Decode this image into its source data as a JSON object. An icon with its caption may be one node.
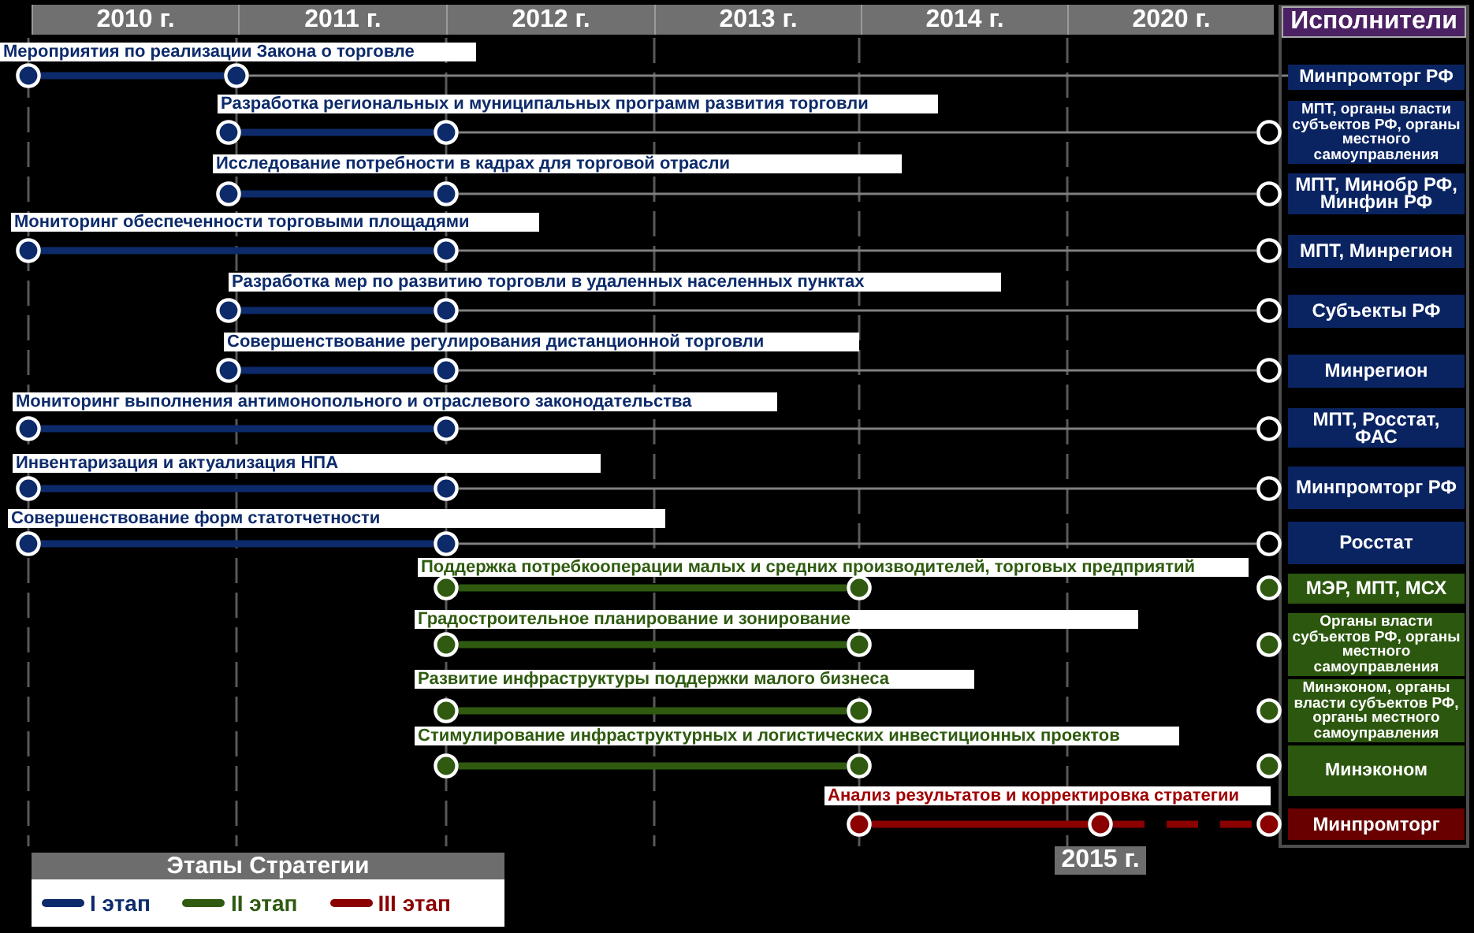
{
  "diagram": {
    "nodes": [
      {
        "text": [
          "Исполнители"
        ]
      },
      {
        "text": [
          "Мероприятия по реализации Закона о торговле"
        ]
      },
      {
        "text": [],
        "shape": "circle"
      },
      {
        "text": [],
        "shape": "circle"
      },
      {
        "text": [
          "Минпромторг РФ"
        ],
        "in": 0
      },
      {
        "text": [
          "Разработка региональных и муниципальных программ развития торговли"
        ]
      },
      {
        "text": [],
        "shape": "circle"
      },
      {
        "text": [],
        "shape": "circle"
      },
      {
        "text": [],
        "shape": "circle"
      },
      {
        "text": [
          "МПТ, органы власти субъектов РФ, органы местного самоуправления"
        ],
        "in": 0
      },
      {
        "text": [
          "Исследование потребности в кадрах для торговой отрасли"
        ]
      },
      {
        "text": [],
        "shape": "circle"
      },
      {
        "text": [],
        "shape": "circle"
      },
      {
        "text": [],
        "shape": "circle"
      },
      {
        "text": [
          "МПТ, Минобр РФ, Минфин РФ"
        ],
        "in": 0
      },
      {
        "text": [
          "Мониторинг обеспеченности торговыми площадями"
        ]
      },
      {
        "text": [],
        "shape": "circle"
      },
      {
        "text": [],
        "shape": "circle"
      },
      {
        "text": [],
        "shape": "circle"
      },
      {
        "text": [
          "МПТ, Минрегион"
        ],
        "in": 0
      },
      {
        "text": [
          "Разработка мер по развитию торговли в удаленных населенных пунктах"
        ]
      },
      {
        "text": [],
        "shape": "circle"
      },
      {
        "text": [],
        "shape": "circle"
      },
      {
        "text": [],
        "shape": "circle"
      },
      {
        "text": [
          "Субъекты РФ"
        ],
        "in": 0
      },
      {
        "text": [
          "Совершенствование регулирования дистанционной торговли"
        ]
      },
      {
        "text": [],
        "shape": "circle"
      },
      {
        "text": [],
        "shape": "circle"
      },
      {
        "text": [],
        "shape": "circle"
      },
      {
        "text": [
          "Минрегион"
        ],
        "in": 0
      },
      {
        "text": [
          "Мониторинг выполнения антимонопольного и отраслевого законодательства"
        ]
      },
      {
        "text": [],
        "shape": "circle"
      },
      {
        "text": [],
        "shape": "circle"
      },
      {
        "text": [],
        "shape": "circle"
      },
      {
        "text": [
          "МПТ, Росстат, ФАС"
        ],
        "in": 0
      },
      {
        "text": [
          "Инвентаризация и актуализация НПА"
        ]
      },
      {
        "text": [],
        "shape": "circle"
      },
      {
        "text": [],
        "shape": "circle"
      },
      {
        "text": [],
        "shape": "circle"
      },
      {
        "text": [
          "Минпромторг РФ"
        ],
        "in": 0
      },
      {
        "text": [
          "Совершенствование форм статотчетности"
        ]
      },
      {
        "text": [],
        "shape": "circle"
      },
      {
        "text": [],
        "shape": "circle"
      },
      {
        "text": [],
        "shape": "circle"
      },
      {
        "text": [
          "Росстат"
        ],
        "in": 0
      },
      {
        "text": [
          "Поддержка потребкооперации малых и средних производителей, торговых предприятий"
        ]
      },
      {
        "text": [],
        "shape": "circle"
      },
      {
        "text": [],
        "shape": "circle"
      },
      {
        "text": [],
        "shape": "circle"
      },
      {
        "text": [
          "МЭР, МПТ, МСХ"
        ],
        "in": 0
      },
      {
        "text": [
          "Градостроительное планирование и зонирование"
        ]
      },
      {
        "text": [],
        "shape": "circle"
      },
      {
        "text": [],
        "shape": "circle"
      },
      {
        "text": [],
        "shape": "circle"
      },
      {
        "text": [
          "Органы власти субъектов РФ, органы местного самоуправления"
        ],
        "in": 0
      },
      {
        "text": [
          "Развитие инфраструктуры поддержки малого бизнеса"
        ]
      },
      {
        "text": [],
        "shape": "circle"
      },
      {
        "text": [],
        "shape": "circle"
      },
      {
        "text": [],
        "shape": "circle"
      },
      {
        "text": [
          "Минэконом, органы власти субъектов РФ, органы местного самоуправления"
        ],
        "in": 0
      },
      {
        "text": [
          "Стимулирование инфраструктурных и логистических инвестиционных проектов"
        ]
      },
      {
        "text": [],
        "shape": "circle"
      },
      {
        "text": [],
        "shape": "circle"
      },
      {
        "text": [],
        "shape": "circle"
      },
      {
        "text": [
          "Минэконом"
        ],
        "in": 0
      },
      {
        "text": [
          "Анализ результатов и корректировка стратегии"
        ]
      },
      {
        "text": [],
        "shape": "circle"
      },
      {
        "text": [],
        "shape": "circle",
        "beside": [
          "2015 г."
        ]
      },
      {
        "text": [],
        "shape": "circle"
      },
      {
        "text": [
          "Минпромторг"
        ],
        "in": 0
      }
    ],
    "edges": [
      {
        "from": 2,
        "to": 3,
        "arrow": "none",
        "color": "#0d2b6b"
      },
      {
        "from": 3,
        "to": 4,
        "arrow": "none",
        "color": "#808080"
      },
      {
        "from": 6,
        "to": 7,
        "arrow": "none",
        "color": "#0d2b6b"
      },
      {
        "from": 7,
        "to": 8,
        "arrow": "none",
        "color": "#808080"
      },
      {
        "from": 11,
        "to": 12,
        "arrow": "none",
        "color": "#0d2b6b"
      },
      {
        "from": 12,
        "to": 13,
        "arrow": "none",
        "color": "#808080"
      },
      {
        "from": 16,
        "to": 17,
        "arrow": "none",
        "color": "#0d2b6b"
      },
      {
        "from": 17,
        "to": 18,
        "arrow": "none",
        "color": "#808080"
      },
      {
        "from": 21,
        "to": 22,
        "arrow": "none",
        "color": "#0d2b6b"
      },
      {
        "from": 22,
        "to": 23,
        "arrow": "none",
        "color": "#808080"
      },
      {
        "from": 26,
        "to": 27,
        "arrow": "none",
        "color": "#0d2b6b"
      },
      {
        "from": 27,
        "to": 28,
        "arrow": "none",
        "color": "#808080"
      },
      {
        "from": 31,
        "to": 32,
        "arrow": "none",
        "color": "#0d2b6b"
      },
      {
        "from": 32,
        "to": 33,
        "arrow": "none",
        "color": "#808080"
      },
      {
        "from": 36,
        "to": 37,
        "arrow": "none",
        "color": "#0d2b6b"
      },
      {
        "from": 37,
        "to": 38,
        "arrow": "none",
        "color": "#808080"
      },
      {
        "from": 41,
        "to": 42,
        "arrow": "none",
        "color": "#0d2b6b"
      },
      {
        "from": 42,
        "to": 43,
        "arrow": "none",
        "color": "#808080"
      },
      {
        "from": 46,
        "to": 47,
        "arrow": "none",
        "color": "#2f5a10"
      },
      {
        "from": 51,
        "to": 52,
        "arrow": "none",
        "color": "#2f5a10"
      },
      {
        "from": 56,
        "to": 57,
        "arrow": "none",
        "color": "#2f5a10"
      },
      {
        "from": 61,
        "to": 62,
        "arrow": "none",
        "color": "#2f5a10"
      },
      {
        "from": 66,
        "to": 67,
        "arrow": "none",
        "color": "#8b0000"
      },
      {
        "from": 67,
        "to": 68,
        "arrow": "none",
        "style": "dashed",
        "color": "#8b0000"
      }
    ],
    "labels": [
      "2010 г.",
      "2011 г.",
      "2012 г.",
      "2013 г.",
      "2014 г.",
      "2020 г.",
      "Этапы Стратегии"
    ],
    "legend": [
      {
        "text": "I этап",
        "color": "#0d2b6b"
      },
      {
        "text": "II этап",
        "color": "#2f5a10"
      },
      {
        "text": "III этап",
        "color": "#8b0000"
      }
    ]
  }
}
